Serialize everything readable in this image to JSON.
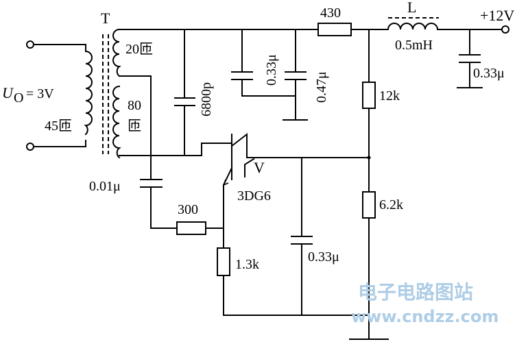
{
  "labels": {
    "transformer": "T",
    "primary_voltage": "U",
    "primary_voltage_sub": "O",
    "primary_voltage_value": "= 3V",
    "primary_turns": "45匝",
    "winding_top": "20匝",
    "winding_bottom_num": "80",
    "winding_bottom_unit": "匝",
    "cap_6800p": "6800p",
    "cap_033a": "0.33μ",
    "cap_047": "0.47μ",
    "res_430": "430",
    "inductor": "L",
    "inductor_value": "0.5mH",
    "supply": "+12V",
    "cap_out": "0.33μ",
    "res_12k": "12k",
    "transistor": "V",
    "transistor_type": "3DG6",
    "cap_001": "0.01μ",
    "res_300": "300",
    "res_6_2k": "6.2k",
    "res_1_3k": "1.3k",
    "cap_base": "0.33μ"
  },
  "watermark": {
    "title": "电子电路图站",
    "url": "www.cndzz.com",
    "color": "#aecde6"
  }
}
